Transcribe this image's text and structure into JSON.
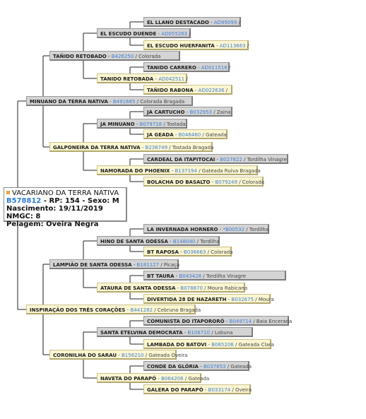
{
  "subject": {
    "name": "VACARIANO DA TERRA NATIVA",
    "reg": "B578812",
    "rest": " - RP: 154 - Sexo: M",
    "line2": "Nascimento: 19/11/2019 NMGC: 8",
    "line3": "Pelagem: Oveira Negra"
  },
  "nodes": [
    {
      "id": "sire",
      "name": "MINUANO DA TERRA NATIVA",
      "reg": "B491685",
      "color": "Colorada Bragada",
      "sex": "m"
    },
    {
      "id": "sire_s",
      "name": "TAÑIDO RETOBADO",
      "reg": "B426250",
      "color": "Colorada",
      "sex": "m"
    },
    {
      "id": "sire_s_s",
      "name": "EL ESCUDO DUENDE",
      "reg": "AD055263",
      "color": "",
      "sex": "m"
    },
    {
      "id": "sire_s_s_s",
      "name": "EL LLANO DESTACADO",
      "reg": "AD99099",
      "color": "",
      "sex": "m"
    },
    {
      "id": "sire_s_s_d",
      "name": "EL ESCUDO HUERFANITA",
      "reg": "AD113663",
      "color": "",
      "sex": "f"
    },
    {
      "id": "sire_s_d",
      "name": "TANIDO RETOBADA",
      "reg": "AD042511",
      "color": "",
      "sex": "f"
    },
    {
      "id": "sire_s_d_s",
      "name": "TANIDO CARRERO",
      "reg": "AD011516",
      "color": "",
      "sex": "m"
    },
    {
      "id": "sire_s_d_d",
      "name": "TAÑIDO RABONA",
      "reg": "AD022636",
      "color": "",
      "sex": "f"
    },
    {
      "id": "sire_d",
      "name": "GALPONEIRA DA TERRA NATIVA",
      "reg": "B236749",
      "color": "Tostada Bragada",
      "sex": "f"
    },
    {
      "id": "sire_d_s",
      "name": "JA MINUANO",
      "reg": "B079718",
      "color": "Tostada",
      "sex": "m"
    },
    {
      "id": "sire_d_s_s",
      "name": "JA CARTUCHO",
      "reg": "B032953",
      "color": "Zaina",
      "sex": "m"
    },
    {
      "id": "sire_d_s_d",
      "name": "JA GEADA",
      "reg": "B046460",
      "color": "Gateada",
      "sex": "f"
    },
    {
      "id": "sire_d_d",
      "name": "NAMORADA DO PHOENIX",
      "reg": "B137194",
      "color": "Gateada Ruiva Bragada",
      "sex": "f"
    },
    {
      "id": "sire_d_d_s",
      "name": "CARDEAL DA ITAPITOCAI",
      "reg": "B027822",
      "color": "Tordilha Vinagre",
      "sex": "m"
    },
    {
      "id": "sire_d_d_d",
      "name": "BOLACHA DO BASALTO",
      "reg": "B079249",
      "color": "Colorada",
      "sex": "f"
    },
    {
      "id": "dam",
      "name": "INSPIRAÇÃO DOS TRÊS CORAÇÕES",
      "reg": "B441282",
      "color": "Cebruna Bragada",
      "sex": "f"
    },
    {
      "id": "dam_s",
      "name": "LAMPIÃO DE SANTA ODESSA",
      "reg": "B181127",
      "color": "Picaça",
      "sex": "m"
    },
    {
      "id": "dam_s_s",
      "name": "HINO DE SANTA ODESSA",
      "reg": "B148040",
      "color": "Tordilha",
      "sex": "m"
    },
    {
      "id": "dam_s_s_s",
      "name": "LA INVERNADA HORNERO",
      "reg": "*B00532",
      "color": "Tordilha",
      "sex": "m"
    },
    {
      "id": "dam_s_s_d",
      "name": "BT RAPOSA",
      "reg": "B036663",
      "color": "Colorada",
      "sex": "f"
    },
    {
      "id": "dam_s_d",
      "name": "ATAURA DE SANTA ODESSA",
      "reg": "B078870",
      "color": "Moura Rabicana",
      "sex": "f"
    },
    {
      "id": "dam_s_d_s",
      "name": "BT TAURA",
      "reg": "B043428",
      "color": "Tordilha Vinagre",
      "sex": "m"
    },
    {
      "id": "dam_s_d_d",
      "name": "DIVERTIDA 28 DE NAZARETH",
      "reg": "B032675",
      "color": "Moura",
      "sex": "f"
    },
    {
      "id": "dam_d",
      "name": "CORONILHA DO SARAU",
      "reg": "B156210",
      "color": "Gateada Oveira",
      "sex": "f"
    },
    {
      "id": "dam_d_s",
      "name": "SANTA ETELVINA DEMOCRATA",
      "reg": "B106710",
      "color": "Lobuna",
      "sex": "m"
    },
    {
      "id": "dam_d_s_s",
      "name": "COMUNISTA DO ITAPORORÓ",
      "reg": "B049714",
      "color": "Baia Encerada",
      "sex": "m"
    },
    {
      "id": "dam_d_s_d",
      "name": "LAMBADA DO BATOVI",
      "reg": "B065206",
      "color": "Gateada Clara",
      "sex": "f"
    },
    {
      "id": "dam_d_d",
      "name": "NAVETA DO PARAPÓ",
      "reg": "B064206",
      "color": "Gateada",
      "sex": "f"
    },
    {
      "id": "dam_d_d_s",
      "name": "CONDE DA GLÓRIA",
      "reg": "B037653",
      "color": "Gateada",
      "sex": "m"
    },
    {
      "id": "dam_d_d_d",
      "name": "GALERA DO PARAPÓ",
      "reg": "B033174",
      "color": "Oveira",
      "sex": "f"
    }
  ]
}
